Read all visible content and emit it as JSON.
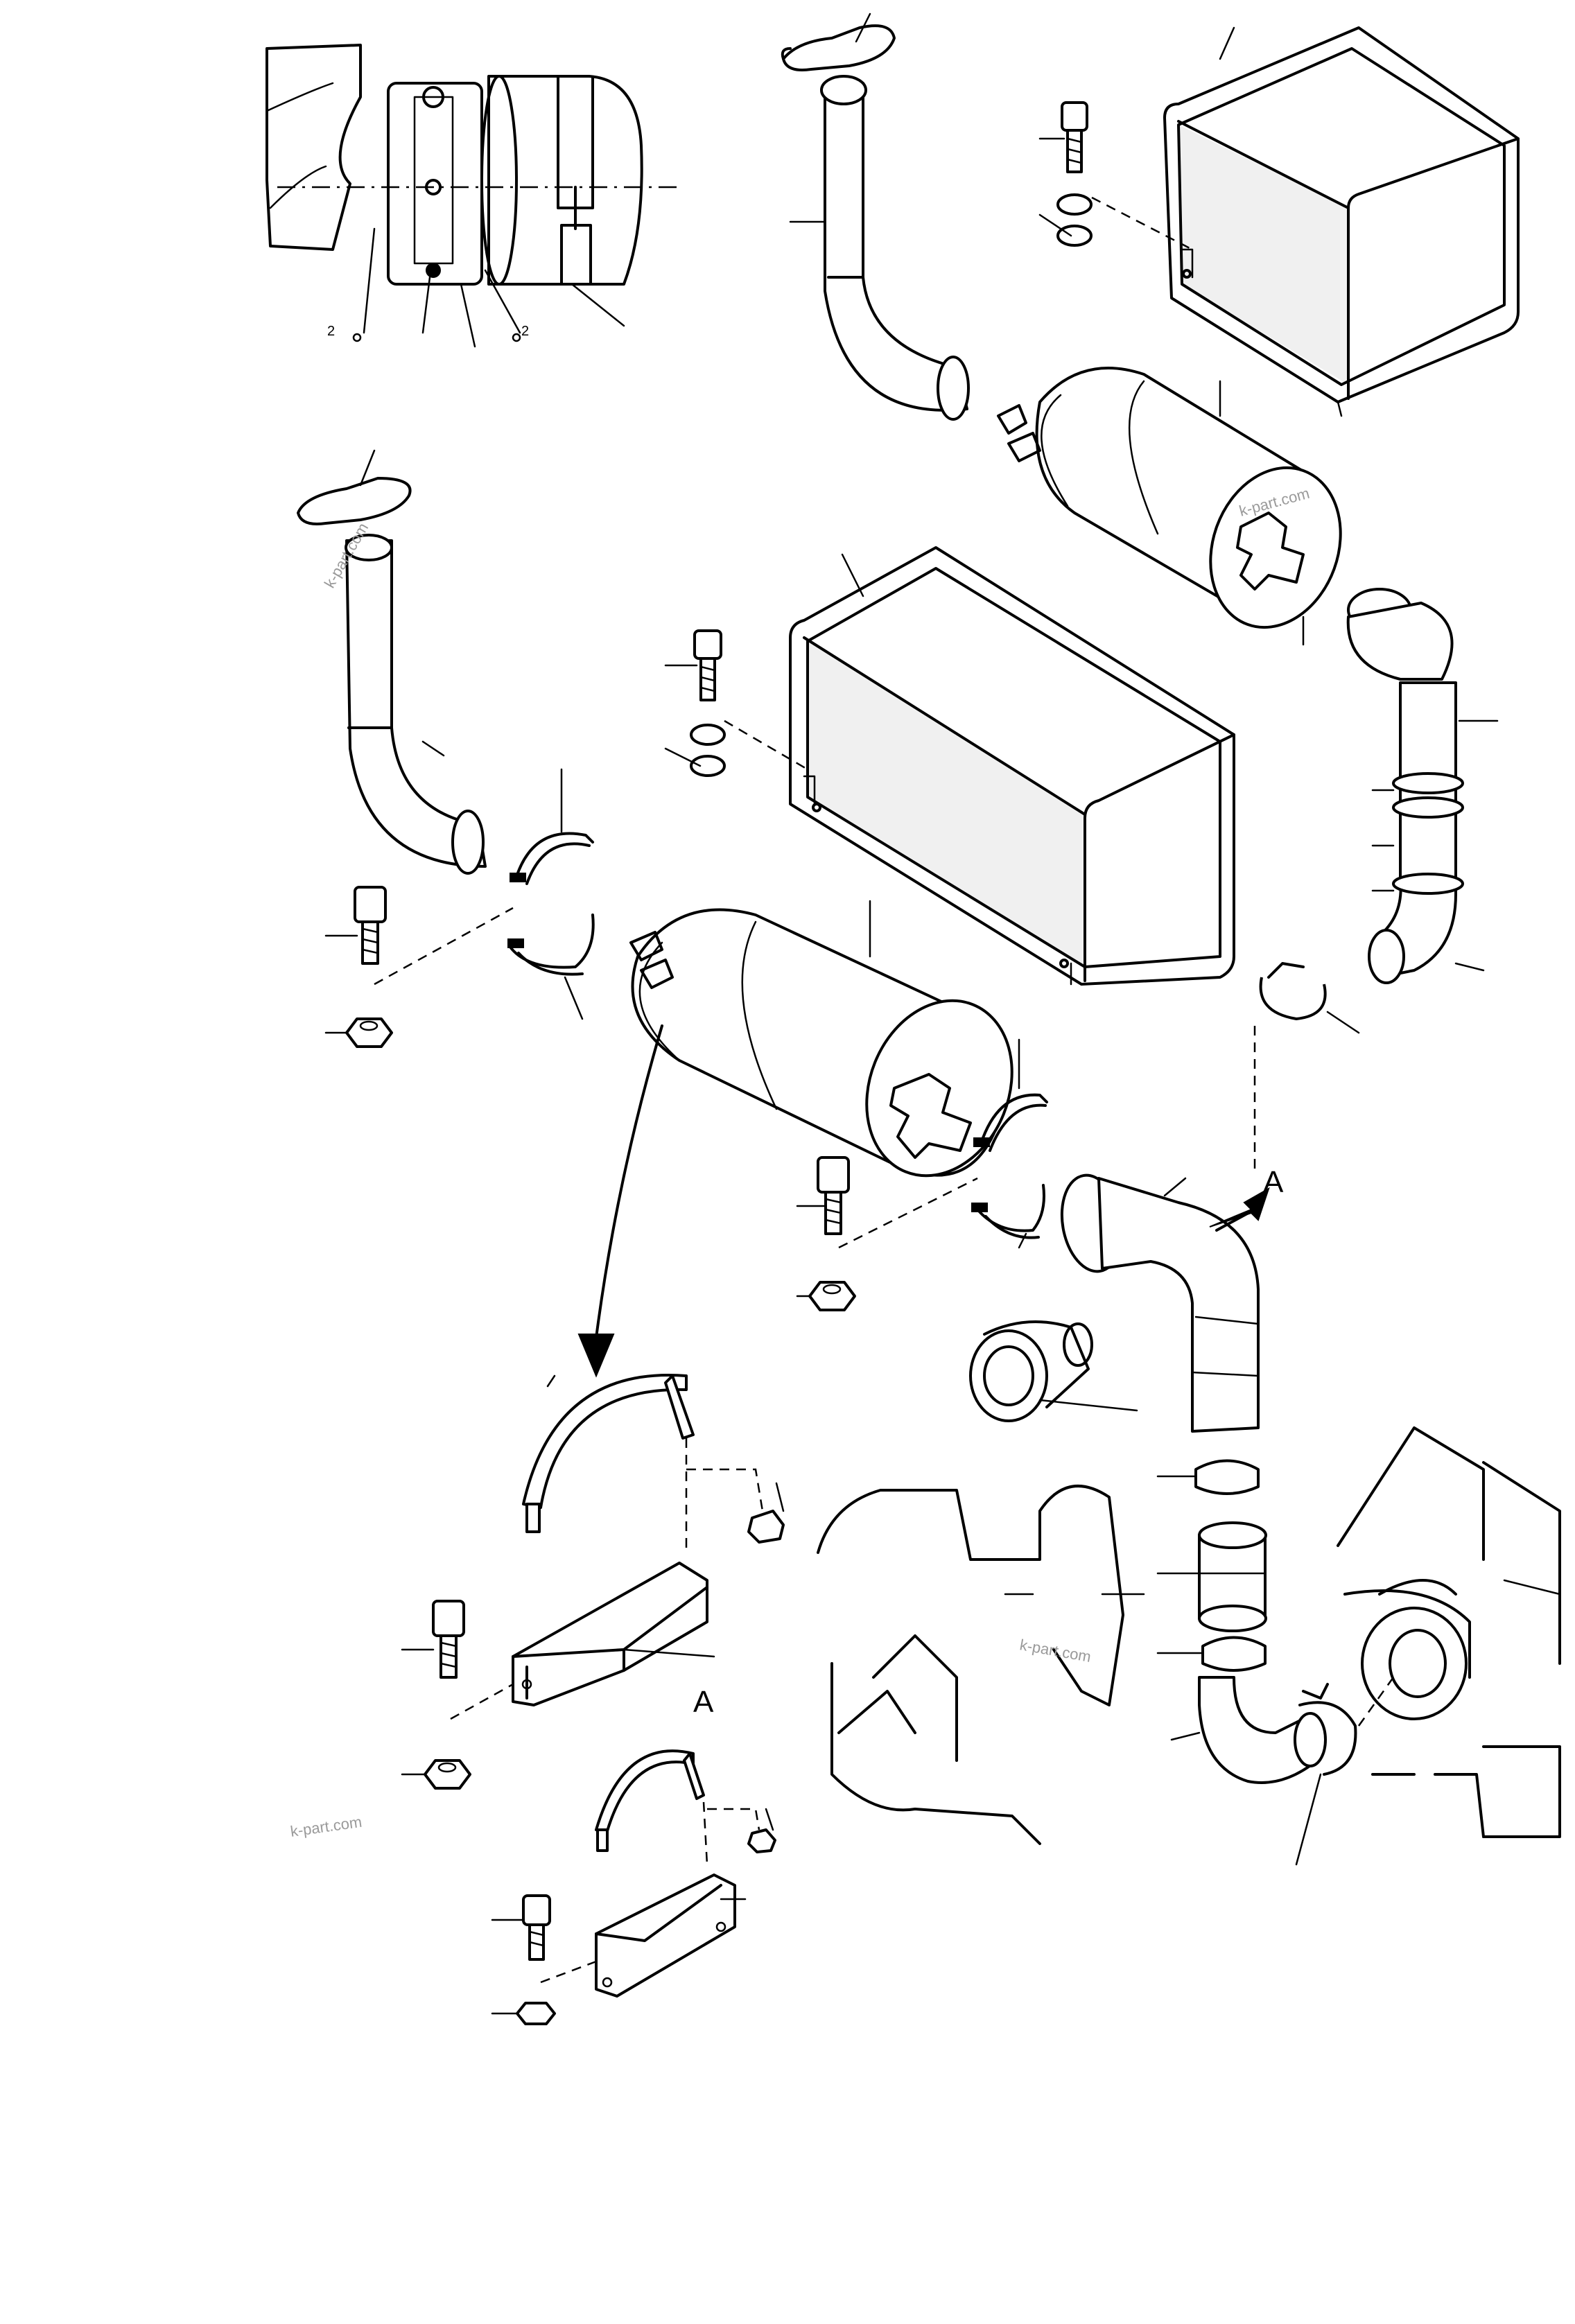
{
  "diagram": {
    "view_labels": {
      "arrow_view": "A",
      "detail_view": "A"
    },
    "detail_callout_marks": [
      "2",
      "2"
    ],
    "watermark": "k-part.com"
  }
}
